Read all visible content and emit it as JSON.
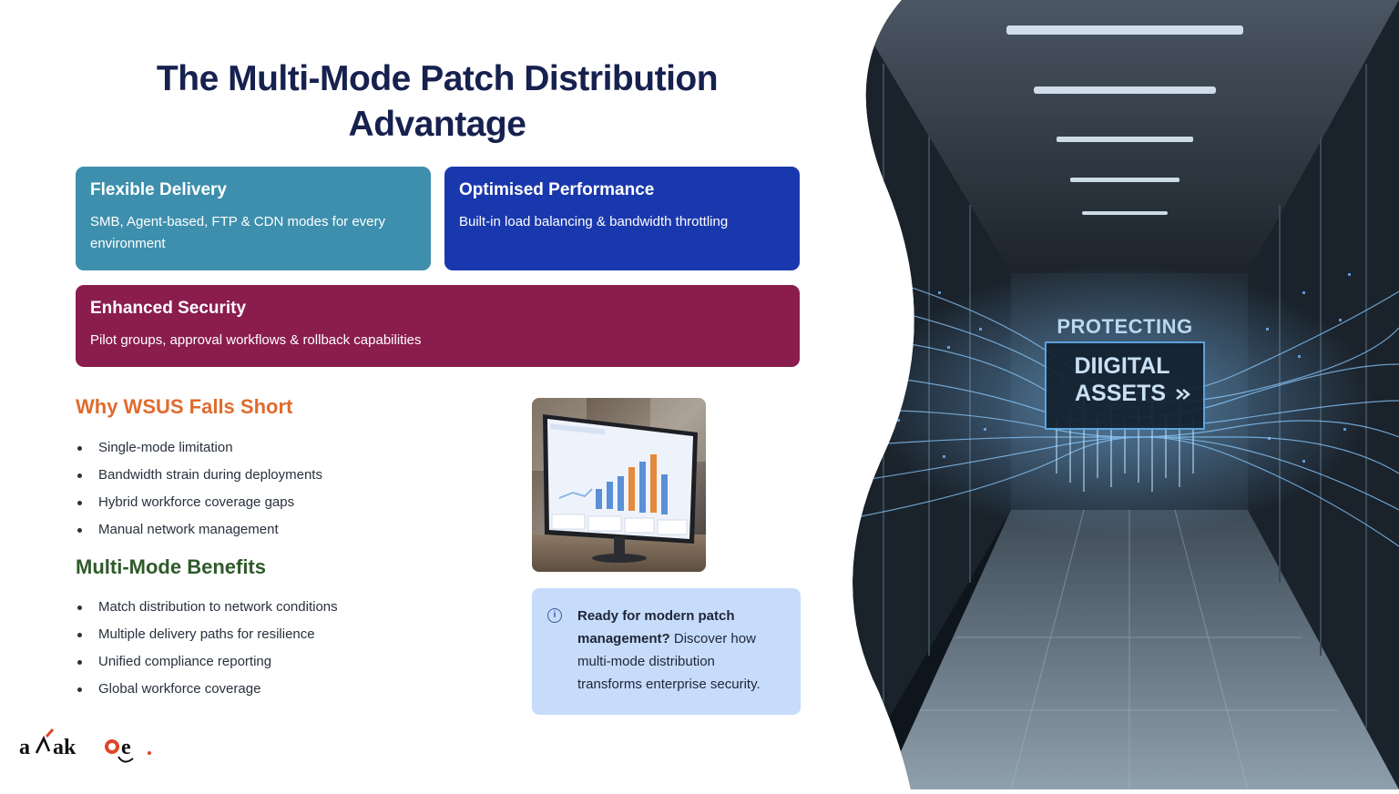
{
  "title": {
    "line1": "The Multi-Mode Patch Distribution",
    "line2": "Advantage"
  },
  "cards": [
    {
      "heading": "Flexible Delivery",
      "body": "SMB, Agent-based, FTP & CDN modes for every environment",
      "color": "#3e8fad"
    },
    {
      "heading": "Optimised Performance",
      "body": "Built-in load balancing & bandwidth throttling",
      "color": "#1a38ad"
    },
    {
      "heading": "Enhanced Security",
      "body": "Pilot groups, approval workflows & rollback capabilities",
      "color": "#8a1d4e"
    }
  ],
  "why_wsus": {
    "heading": "Why WSUS Falls Short",
    "color": "#e06b2e",
    "items": [
      "Single-mode limitation",
      "Bandwidth strain during deployments",
      "Hybrid workforce coverage gaps",
      "Manual network management"
    ]
  },
  "multi_mode": {
    "heading": "Multi-Mode Benefits",
    "color": "#2f5a2a",
    "items": [
      "Match distribution to network conditions",
      "Multiple delivery paths for resilience",
      "Unified compliance reporting",
      "Global workforce coverage"
    ]
  },
  "callout": {
    "icon": "info-icon",
    "bold": "Ready for modern patch management?",
    "rest": " Discover how multi-mode distribution transforms enterprise security."
  },
  "hero": {
    "line1": "PROTECTING",
    "line2": "DIIGITAL",
    "line3": "ASSETS"
  },
  "logo": {
    "text": "avakage"
  }
}
